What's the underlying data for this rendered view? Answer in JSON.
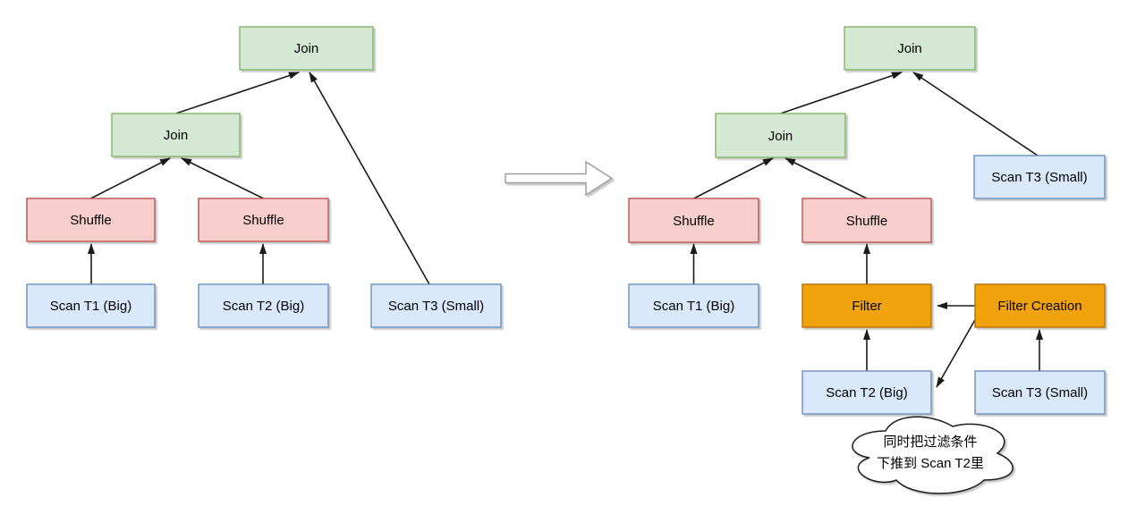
{
  "colors": {
    "join_fill": "#d5e8d4",
    "join_stroke": "#82b366",
    "shuffle_fill": "#f8cecc",
    "shuffle_stroke": "#b85450",
    "scan_fill": "#dae8fc",
    "scan_stroke": "#6c8ebf",
    "filter_fill": "#f0a30a",
    "filter_stroke": "#bd7000",
    "edge": "#1a1a1a",
    "transform_arrow_stroke": "#9e9e9e",
    "cloud_fill": "#ffffff",
    "cloud_stroke": "#1a1a1a"
  },
  "plan_before": {
    "join_top": "Join",
    "join_mid": "Join",
    "shuffle_left": "Shuffle",
    "shuffle_right": "Shuffle",
    "scan_t1": "Scan T1 (Big)",
    "scan_t2": "Scan T2 (Big)",
    "scan_t3": "Scan T3 (Small)"
  },
  "plan_after": {
    "join_top": "Join",
    "join_mid": "Join",
    "shuffle_left": "Shuffle",
    "shuffle_right": "Shuffle",
    "scan_t1": "Scan T1 (Big)",
    "scan_t2": "Scan T2 (Big)",
    "scan_t3_upper": "Scan T3 (Small)",
    "filter": "Filter",
    "filter_creation": "Filter Creation",
    "scan_t3_lower": "Scan T3 (Small)",
    "annotation_line1": "同时把过滤条件",
    "annotation_line2": "下推到 Scan T2里"
  }
}
